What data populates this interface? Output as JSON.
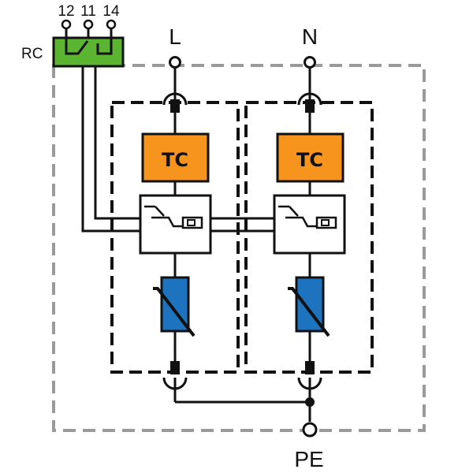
{
  "terminals": {
    "rc_label": "RC",
    "contact_labels": [
      "12",
      "11",
      "14"
    ],
    "line_label": "L",
    "neutral_label": "N",
    "earth_label": "PE"
  },
  "modules": [
    {
      "tc_label": "TC"
    },
    {
      "tc_label": "TC"
    }
  ],
  "colors": {
    "thermal_cutoff": "#f7941d",
    "varistor": "#1e73be",
    "relay_contact": "#5cb531",
    "enclosure_dash": "#9a9a9a",
    "wire": "#111111"
  }
}
